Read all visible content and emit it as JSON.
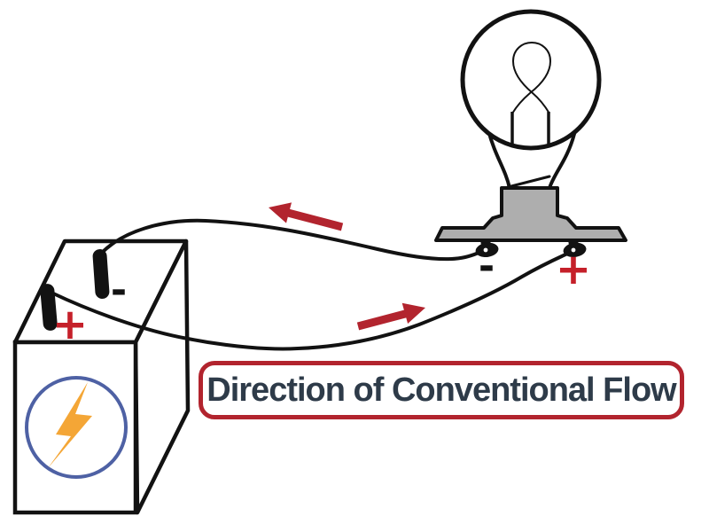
{
  "caption": {
    "text": "Direction of Conventional Flow"
  },
  "battery": {
    "positive_label": "+",
    "negative_label": "-"
  },
  "bulb": {
    "positive_label": "+",
    "negative_label": "-"
  },
  "arrows": {
    "top_wire_direction": "left",
    "bottom_wire_direction": "up-right"
  },
  "icons": {
    "battery_face": "lightning-bolt",
    "top_wire": "current-direction-arrow-left",
    "bottom_wire": "current-direction-arrow-up-right"
  },
  "colors": {
    "accent_red": "#b2242e",
    "plus_red": "#c5202a",
    "label_text": "#2e3b49",
    "base_gray": "#aeaeae",
    "circle_blue": "#4e61a4",
    "bolt_orange": "#f4a636",
    "line_black": "#121212",
    "background": "#ffffff"
  }
}
